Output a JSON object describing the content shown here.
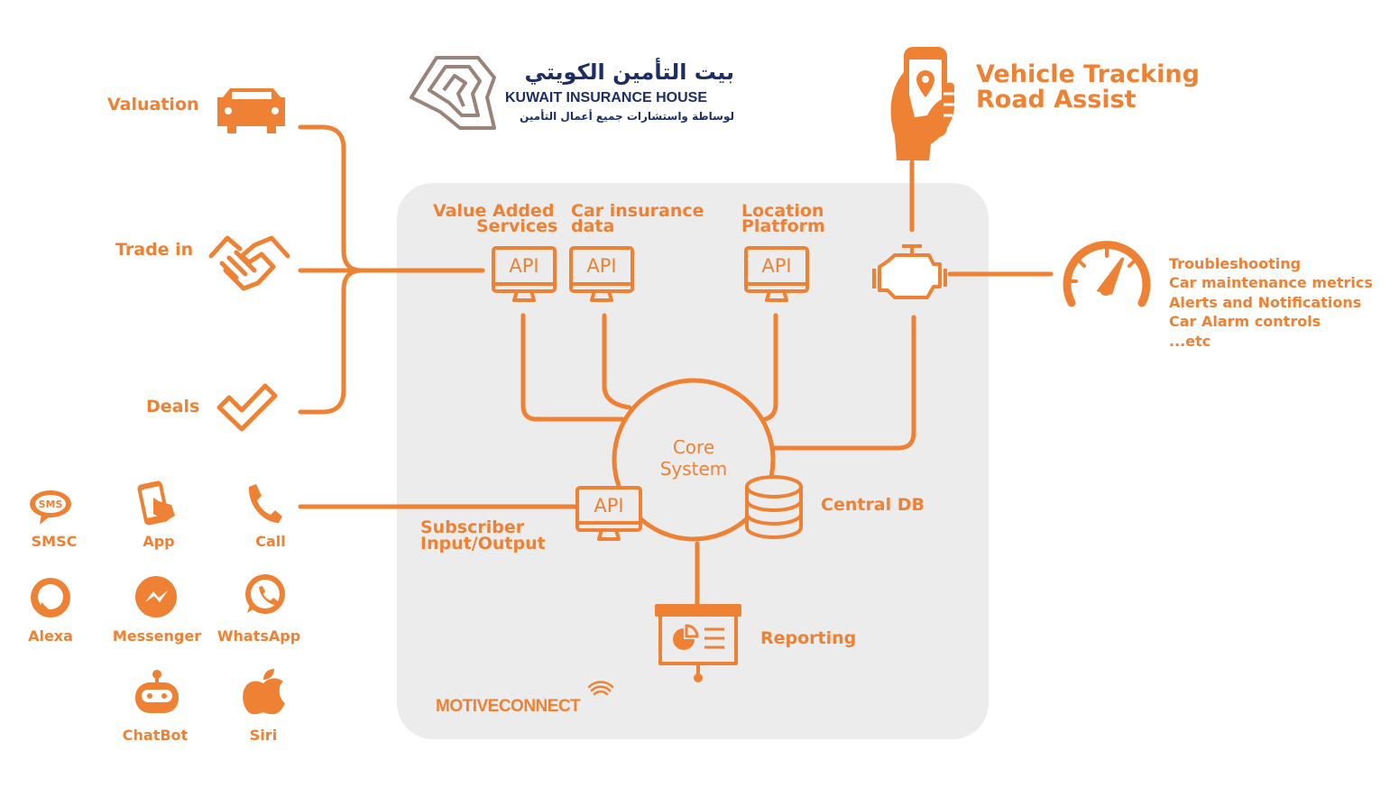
{
  "brand": {
    "arabic_name": "بيت التأمين الكويتي",
    "english_name": "KUWAIT INSURANCE HOUSE",
    "arabic_tagline": "لوساطة واستشارات جميع أعمال التأمين"
  },
  "header": {
    "title_line1": "Vehicle Tracking",
    "title_line2": "Road Assist"
  },
  "left_services": [
    {
      "label": "Valuation",
      "icon": "car-icon"
    },
    {
      "label": "Trade in",
      "icon": "handshake-icon"
    },
    {
      "label": "Deals",
      "icon": "checkmark-icon"
    }
  ],
  "apis": {
    "value_added_line1": "Value Added",
    "value_added_line2": "Services",
    "car_insurance_line1": "Car insurance",
    "car_insurance_line2": "data",
    "location_line1": "Location",
    "location_line2": "Platform",
    "subscriber_line1": "Subscriber",
    "subscriber_line2": "Input/Output",
    "api_label": "API"
  },
  "core": {
    "line1": "Core",
    "line2": "System"
  },
  "central_db": "Central DB",
  "reporting": "Reporting",
  "vehicle_features": [
    "Troubleshooting",
    "Car maintenance metrics",
    "Alerts and Notifications",
    "Car Alarm controls",
    "...etc"
  ],
  "channels": [
    {
      "label": "SMSC",
      "icon": "sms-icon",
      "icon_text": "SMS"
    },
    {
      "label": "App",
      "icon": "phone-app-icon"
    },
    {
      "label": "Call",
      "icon": "phone-call-icon"
    },
    {
      "label": "Alexa",
      "icon": "alexa-icon"
    },
    {
      "label": "Messenger",
      "icon": "messenger-icon"
    },
    {
      "label": "WhatsApp",
      "icon": "whatsapp-icon"
    },
    {
      "label": "ChatBot",
      "icon": "chatbot-icon"
    },
    {
      "label": "Siri",
      "icon": "apple-icon"
    }
  ],
  "footer_logo": "MOTIVECONNECT",
  "colors": {
    "accent": "#ee8133",
    "panel": "#ececec",
    "brand_navy": "#1d2e66",
    "logo_taupe": "#9a8379"
  }
}
